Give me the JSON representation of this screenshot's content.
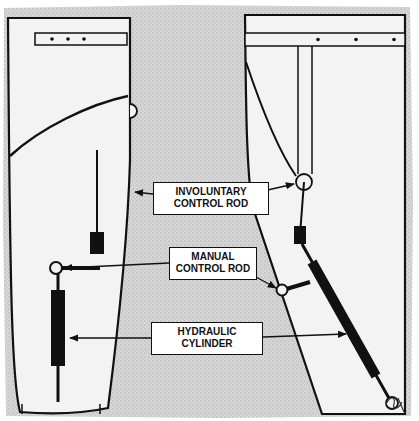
{
  "diagram": {
    "nodes": [
      {
        "text": [
          "INVOLUNTARY CONTROL ROD"
        ]
      },
      {
        "text": [
          "MANUAL CONTROL ROD"
        ]
      },
      {
        "text": [
          "HYDRAULIC CYLINDER"
        ]
      }
    ]
  }
}
